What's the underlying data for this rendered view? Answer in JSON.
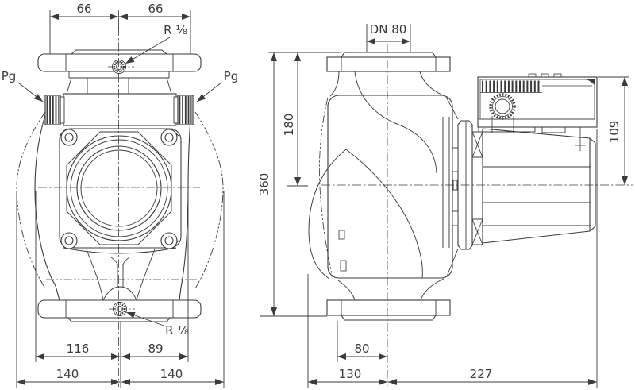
{
  "drawing_title": "Pump dimensional drawing, two views",
  "front_view": {
    "dim_top_left": "66",
    "dim_top_right": "66",
    "vent_label": "R ⅛",
    "drain_label": "R ⅛",
    "gland_left_label": "Pg",
    "gland_right_label": "Pg",
    "dim_width_left": "116",
    "dim_width_right": "89",
    "dim_flange_left": "140",
    "dim_flange_right": "140"
  },
  "side_view": {
    "port_label": "DN 80",
    "dim_port_to_axis": "180",
    "dim_port_to_port": "360",
    "dim_box_to_axis": "109",
    "dim_foot": "80",
    "dim_front": "130",
    "dim_back": "227"
  },
  "colors": {
    "line": "#3b3b3b",
    "background": "#ffffff"
  }
}
